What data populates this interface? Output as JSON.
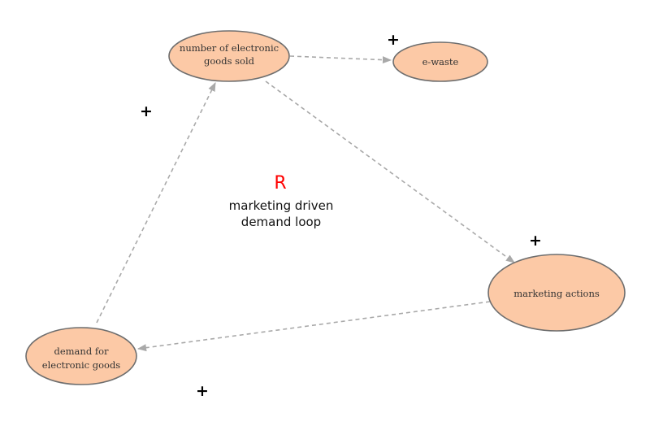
{
  "diagram": {
    "title": "",
    "colors": {
      "node_fill": "#fcc9a6",
      "node_stroke": "#6e6e6e",
      "edge": "#a9a9a9",
      "polarity": "#000000",
      "loop_id": "#ff0000"
    },
    "nodes": {
      "sold": {
        "lines": [
          "number of electronic",
          "goods sold"
        ]
      },
      "ewaste": {
        "lines": [
          "e-waste"
        ]
      },
      "marketing": {
        "lines": [
          "marketing actions"
        ]
      },
      "demand": {
        "lines": [
          "demand for",
          "electronic goods"
        ]
      }
    },
    "edges": [
      {
        "from": "sold",
        "to": "ewaste",
        "polarity": "+"
      },
      {
        "from": "sold",
        "to": "marketing",
        "polarity": "+"
      },
      {
        "from": "marketing",
        "to": "demand",
        "polarity": "+"
      },
      {
        "from": "demand",
        "to": "sold",
        "polarity": "+"
      }
    ],
    "loop": {
      "id": "R",
      "name_lines": [
        "marketing driven",
        "demand loop"
      ]
    }
  }
}
